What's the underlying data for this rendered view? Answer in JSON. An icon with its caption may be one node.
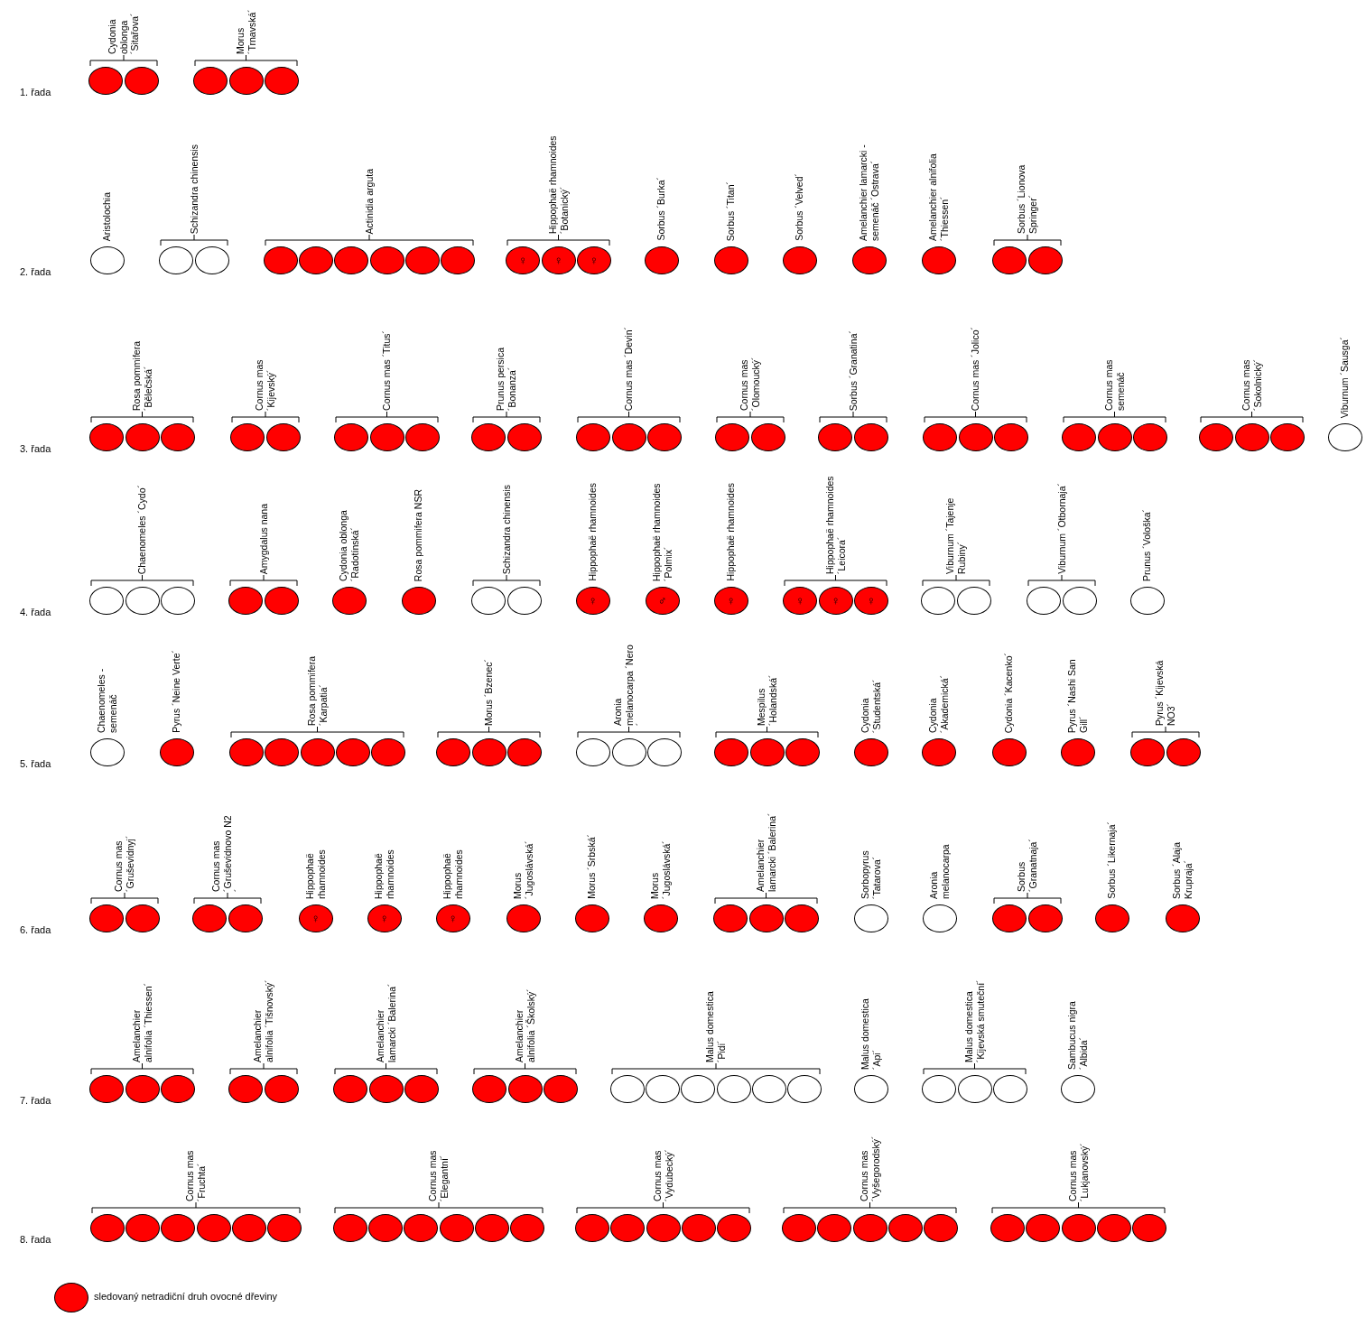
{
  "diagram": {
    "nodes": [
      {
        "text": [
          "Cydonia oblonga ´Sitařova´"
        ]
      },
      {
        "text": [],
        "shape": "disc",
        "in": 0
      },
      {
        "text": [],
        "shape": "disc",
        "in": 0
      },
      {
        "text": [
          "Morus ´Trnavská´"
        ]
      },
      {
        "text": [],
        "shape": "disc",
        "in": 3
      },
      {
        "text": [],
        "shape": "disc",
        "in": 3
      },
      {
        "text": [],
        "shape": "disc",
        "in": 3
      },
      {
        "text": [
          "Aristolochia"
        ]
      },
      {
        "text": [],
        "shape": "circle",
        "in": 7
      },
      {
        "text": [
          "Schizandra chinensis"
        ]
      },
      {
        "text": [],
        "shape": "circle",
        "in": 9
      },
      {
        "text": [],
        "shape": "circle",
        "in": 9
      },
      {
        "text": [
          "Actinidia arguta"
        ]
      },
      {
        "text": [],
        "shape": "disc",
        "in": 12
      },
      {
        "text": [],
        "shape": "disc",
        "in": 12
      },
      {
        "text": [],
        "shape": "disc",
        "in": 12
      },
      {
        "text": [],
        "shape": "disc",
        "in": 12
      },
      {
        "text": [],
        "shape": "disc",
        "in": 12
      },
      {
        "text": [],
        "shape": "disc",
        "in": 12
      },
      {
        "text": [
          "Hippophaë rhamnoides ´Botanický´"
        ]
      },
      {
        "text": [
          "♀"
        ],
        "in": 19
      },
      {
        "text": [
          "♀"
        ],
        "in": 19
      },
      {
        "text": [
          "♀"
        ],
        "in": 19
      },
      {
        "text": [
          "Sorbus ´Burka´"
        ]
      },
      {
        "text": [],
        "shape": "disc",
        "in": 23
      },
      {
        "text": [
          "Sorbus ´Titan´"
        ]
      },
      {
        "text": [],
        "shape": "disc",
        "in": 25
      },
      {
        "text": [
          "Sorbus ´Velved´"
        ]
      },
      {
        "text": [],
        "shape": "disc",
        "in": 27
      },
      {
        "text": [
          "Amelanchier lamarcki - semenáč ´Ostrava´"
        ]
      },
      {
        "text": [],
        "shape": "disc",
        "in": 29
      },
      {
        "text": [
          "Amelanchier alnifolia ´Thiessen´"
        ]
      },
      {
        "text": [],
        "shape": "disc",
        "in": 31
      },
      {
        "text": [
          "Sorbus ´Lionova Springer´"
        ]
      },
      {
        "text": [],
        "shape": "disc",
        "in": 33
      },
      {
        "text": [],
        "shape": "disc",
        "in": 33
      },
      {
        "text": [
          "Rosa pommifera ´Bělečská´"
        ]
      },
      {
        "text": [],
        "shape": "disc",
        "in": 36
      },
      {
        "text": [],
        "shape": "disc",
        "in": 36
      },
      {
        "text": [],
        "shape": "disc",
        "in": 36
      },
      {
        "text": [
          "Cornus mas ´Kijevský´"
        ]
      },
      {
        "text": [],
        "shape": "disc",
        "in": 40
      },
      {
        "text": [],
        "shape": "disc",
        "in": 40
      },
      {
        "text": [
          "Cornus mas ´Titus´"
        ]
      },
      {
        "text": [],
        "shape": "disc",
        "in": 43
      },
      {
        "text": [],
        "shape": "disc",
        "in": 43
      },
      {
        "text": [],
        "shape": "disc",
        "in": 43
      },
      {
        "text": [
          "Prunus persica ´Bonanza´"
        ]
      },
      {
        "text": [],
        "shape": "disc",
        "in": 47
      },
      {
        "text": [],
        "shape": "disc",
        "in": 47
      },
      {
        "text": [
          "Cornus mas ´Devin´"
        ]
      },
      {
        "text": [],
        "shape": "disc",
        "in": 50
      },
      {
        "text": [],
        "shape": "disc",
        "in": 50
      },
      {
        "text": [],
        "shape": "disc",
        "in": 50
      },
      {
        "text": [
          "Cornus mas ´Olomoucký´"
        ]
      },
      {
        "text": [],
        "shape": "disc",
        "in": 54
      },
      {
        "text": [],
        "shape": "disc",
        "in": 54
      },
      {
        "text": [
          "Sorbus ´Granatina´"
        ]
      },
      {
        "text": [],
        "shape": "disc",
        "in": 57
      },
      {
        "text": [],
        "shape": "disc",
        "in": 57
      },
      {
        "text": [
          "Cornus mas ´Jolico´"
        ]
      },
      {
        "text": [],
        "shape": "disc",
        "in": 60
      },
      {
        "text": [],
        "shape": "disc",
        "in": 60
      },
      {
        "text": [],
        "shape": "disc",
        "in": 60
      },
      {
        "text": [
          "Cornus mas semenáč"
        ]
      },
      {
        "text": [],
        "shape": "disc",
        "in": 64
      },
      {
        "text": [],
        "shape": "disc",
        "in": 64
      },
      {
        "text": [],
        "shape": "disc",
        "in": 64
      },
      {
        "text": [
          "Cornus mas ´Sokolnický´"
        ]
      },
      {
        "text": [],
        "shape": "disc",
        "in": 68
      },
      {
        "text": [],
        "shape": "disc",
        "in": 68
      },
      {
        "text": [],
        "shape": "disc",
        "in": 68
      },
      {
        "text": [
          "Viburnum ´Sausga´"
        ]
      },
      {
        "text": [],
        "shape": "circle",
        "in": 72
      },
      {
        "text": [
          "Chaenomeles ´Cydo´"
        ]
      },
      {
        "text": [],
        "shape": "circle",
        "in": 74
      },
      {
        "text": [],
        "shape": "circle",
        "in": 74
      },
      {
        "text": [],
        "shape": "circle",
        "in": 74
      },
      {
        "text": [
          "Amygdalus nana"
        ]
      },
      {
        "text": [],
        "shape": "disc",
        "in": 78
      },
      {
        "text": [],
        "shape": "disc",
        "in": 78
      },
      {
        "text": [
          "Cydonia oblonga ´Radotínská´"
        ]
      },
      {
        "text": [],
        "shape": "disc",
        "in": 81
      },
      {
        "text": [
          "Rosa pommifera NSR"
        ]
      },
      {
        "text": [],
        "shape": "disc",
        "in": 83
      },
      {
        "text": [
          "Schizandra chinensis"
        ]
      },
      {
        "text": [],
        "shape": "circle",
        "in": 85
      },
      {
        "text": [],
        "shape": "circle",
        "in": 85
      },
      {
        "text": [
          "Hippophaë rhamnoides"
        ]
      },
      {
        "text": [
          "♀"
        ],
        "in": 88
      },
      {
        "text": [
          "Hippophaë rhamnoides ´Polmix´"
        ]
      },
      {
        "text": [
          "♂"
        ],
        "in": 90
      },
      {
        "text": [
          "Hippophaë rhamnoides"
        ]
      },
      {
        "text": [
          "♀"
        ],
        "in": 92
      },
      {
        "text": [
          "Hippophaë rhamnoides ´Leicora´"
        ]
      },
      {
        "text": [
          "♀"
        ],
        "in": 94
      },
      {
        "text": [
          "♀"
        ],
        "in": 94
      },
      {
        "text": [
          "♀"
        ],
        "in": 94
      },
      {
        "text": [
          "Viburnum ´Tajenje Rubiny´"
        ]
      },
      {
        "text": [],
        "shape": "circle",
        "in": 98
      },
      {
        "text": [],
        "shape": "circle",
        "in": 98
      },
      {
        "text": [
          "Viburnum ´Otbornaja´"
        ]
      },
      {
        "text": [],
        "shape": "circle",
        "in": 101
      },
      {
        "text": [],
        "shape": "circle",
        "in": 101
      },
      {
        "text": [
          "Prunus ´Vološka´"
        ]
      },
      {
        "text": [],
        "shape": "circle",
        "in": 104
      },
      {
        "text": [
          "Chaenomeles - semenáč"
        ]
      },
      {
        "text": [],
        "shape": "circle",
        "in": 106
      },
      {
        "text": [
          "Pyrus ´Neine Verte´"
        ]
      },
      {
        "text": [],
        "shape": "disc",
        "in": 108
      },
      {
        "text": [
          "Rosa pommifera ´Karpatia´"
        ]
      },
      {
        "text": [],
        "shape": "disc",
        "in": 110
      },
      {
        "text": [],
        "shape": "disc",
        "in": 110
      },
      {
        "text": [],
        "shape": "disc",
        "in": 110
      },
      {
        "text": [],
        "shape": "disc",
        "in": 110
      },
      {
        "text": [],
        "shape": "disc",
        "in": 110
      },
      {
        "text": [
          "Morus ´Bzenec´"
        ]
      },
      {
        "text": [],
        "shape": "disc",
        "in": 116
      },
      {
        "text": [],
        "shape": "disc",
        "in": 116
      },
      {
        "text": [],
        "shape": "disc",
        "in": 116
      },
      {
        "text": [
          "Aronia melanocarpa ´Nero´"
        ]
      },
      {
        "text": [],
        "shape": "circle",
        "in": 120
      },
      {
        "text": [],
        "shape": "circle",
        "in": 120
      },
      {
        "text": [],
        "shape": "circle",
        "in": 120
      },
      {
        "text": [
          "Mespilus ´Holandská´"
        ]
      },
      {
        "text": [],
        "shape": "disc",
        "in": 124
      },
      {
        "text": [],
        "shape": "disc",
        "in": 124
      },
      {
        "text": [],
        "shape": "disc",
        "in": 124
      },
      {
        "text": [
          "Cydonia ´Studentská´"
        ]
      },
      {
        "text": [],
        "shape": "disc",
        "in": 128
      },
      {
        "text": [
          "Cydonia ´Akademická´"
        ]
      },
      {
        "text": [],
        "shape": "disc",
        "in": 130
      },
      {
        "text": [
          "Cydonia ´Kacenko´"
        ]
      },
      {
        "text": [],
        "shape": "disc",
        "in": 132
      },
      {
        "text": [
          "Pyrus ´Nashi San Gill´"
        ]
      },
      {
        "text": [],
        "shape": "disc",
        "in": 134
      },
      {
        "text": [
          "Pyrus ´Kijevská NO3´"
        ]
      },
      {
        "text": [],
        "shape": "disc",
        "in": 136
      },
      {
        "text": [],
        "shape": "disc",
        "in": 136
      },
      {
        "text": [
          "Cornus mas ´Gruševidnyj´"
        ]
      },
      {
        "text": [],
        "shape": "disc",
        "in": 139
      },
      {
        "text": [],
        "shape": "disc",
        "in": 139
      },
      {
        "text": [
          "Cornus mas ´Gruševidnovo N2´"
        ]
      },
      {
        "text": [],
        "shape": "disc",
        "in": 142
      },
      {
        "text": [],
        "shape": "disc",
        "in": 142
      },
      {
        "text": [
          "Hippophaë rhamnoides"
        ]
      },
      {
        "text": [
          "♀"
        ],
        "in": 145
      },
      {
        "text": [
          "Hippophaë rhamnoides"
        ]
      },
      {
        "text": [
          "♀"
        ],
        "in": 147
      },
      {
        "text": [
          "Hippophaë rhamnoides"
        ]
      },
      {
        "text": [
          "♀"
        ],
        "in": 149
      },
      {
        "text": [
          "Morus ´Jugoslávská´"
        ]
      },
      {
        "text": [],
        "shape": "disc",
        "in": 151
      },
      {
        "text": [
          "Morus ´Srbská´"
        ]
      },
      {
        "text": [],
        "shape": "disc",
        "in": 153
      },
      {
        "text": [
          "Morus ´Jugoslávská´"
        ]
      },
      {
        "text": [],
        "shape": "disc",
        "in": 155
      },
      {
        "text": [
          "Amelanchier lamarcki ´Balerina´"
        ]
      },
      {
        "text": [],
        "shape": "disc",
        "in": 157
      },
      {
        "text": [],
        "shape": "disc",
        "in": 157
      },
      {
        "text": [],
        "shape": "disc",
        "in": 157
      },
      {
        "text": [
          "Sorbopyrus ´Tatarova´"
        ]
      },
      {
        "text": [],
        "shape": "circle",
        "in": 161
      },
      {
        "text": [
          "Aronia melanocarpa"
        ]
      },
      {
        "text": [],
        "shape": "circle",
        "in": 163
      },
      {
        "text": [
          "Sorbus ´Granatnaja´"
        ]
      },
      {
        "text": [],
        "shape": "disc",
        "in": 165
      },
      {
        "text": [],
        "shape": "disc",
        "in": 165
      },
      {
        "text": [
          "Sorbus ´Likernaja´"
        ]
      },
      {
        "text": [],
        "shape": "disc",
        "in": 168
      },
      {
        "text": [
          "Sorbus ´Alaja Krupraja´"
        ]
      },
      {
        "text": [],
        "shape": "disc",
        "in": 170
      },
      {
        "text": [
          "Amelanchier alnifolia ´Thiessen´"
        ]
      },
      {
        "text": [],
        "shape": "disc",
        "in": 172
      },
      {
        "text": [],
        "shape": "disc",
        "in": 172
      },
      {
        "text": [],
        "shape": "disc",
        "in": 172
      },
      {
        "text": [
          "Amelanchier alnifolia ´Tišnovský´"
        ]
      },
      {
        "text": [],
        "shape": "disc",
        "in": 176
      },
      {
        "text": [],
        "shape": "disc",
        "in": 176
      },
      {
        "text": [
          "Amelanchier lamarcki ´Balerina´"
        ]
      },
      {
        "text": [],
        "shape": "disc",
        "in": 179
      },
      {
        "text": [],
        "shape": "disc",
        "in": 179
      },
      {
        "text": [],
        "shape": "disc",
        "in": 179
      },
      {
        "text": [
          "Amelanchier alnifolia ´Školský´"
        ]
      },
      {
        "text": [],
        "shape": "disc",
        "in": 183
      },
      {
        "text": [],
        "shape": "disc",
        "in": 183
      },
      {
        "text": [],
        "shape": "disc",
        "in": 183
      },
      {
        "text": [
          "Malus domestica ´Pidi´"
        ]
      },
      {
        "text": [],
        "shape": "circle",
        "in": 187
      },
      {
        "text": [],
        "shape": "circle",
        "in": 187
      },
      {
        "text": [],
        "shape": "circle",
        "in": 187
      },
      {
        "text": [],
        "shape": "circle",
        "in": 187
      },
      {
        "text": [],
        "shape": "circle",
        "in": 187
      },
      {
        "text": [],
        "shape": "circle",
        "in": 187
      },
      {
        "text": [
          "Malus domestica ´Api´"
        ]
      },
      {
        "text": [],
        "shape": "circle",
        "in": 194
      },
      {
        "text": [
          "Malus domestica ´Kijevská smuteční´"
        ]
      },
      {
        "text": [],
        "shape": "circle",
        "in": 196
      },
      {
        "text": [],
        "shape": "circle",
        "in": 196
      },
      {
        "text": [],
        "shape": "circle",
        "in": 196
      },
      {
        "text": [
          "Sambucus nigra ´Albida´"
        ]
      },
      {
        "text": [],
        "shape": "circle",
        "in": 200
      },
      {
        "text": [
          "Cornus mas ´Fruchta´"
        ]
      },
      {
        "text": [],
        "shape": "disc",
        "in": 202
      },
      {
        "text": [],
        "shape": "disc",
        "in": 202
      },
      {
        "text": [],
        "shape": "disc",
        "in": 202
      },
      {
        "text": [],
        "shape": "disc",
        "in": 202
      },
      {
        "text": [],
        "shape": "disc",
        "in": 202
      },
      {
        "text": [],
        "shape": "disc",
        "in": 202
      },
      {
        "text": [
          "Cornus mas ´Elegantní´"
        ]
      },
      {
        "text": [],
        "shape": "disc",
        "in": 209
      },
      {
        "text": [],
        "shape": "disc",
        "in": 209
      },
      {
        "text": [],
        "shape": "disc",
        "in": 209
      },
      {
        "text": [],
        "shape": "disc",
        "in": 209
      },
      {
        "text": [],
        "shape": "disc",
        "in": 209
      },
      {
        "text": [],
        "shape": "disc",
        "in": 209
      },
      {
        "text": [
          "Cornus mas ´Vydubecký´"
        ]
      },
      {
        "text": [],
        "shape": "disc",
        "in": 216
      },
      {
        "text": [],
        "shape": "disc",
        "in": 216
      },
      {
        "text": [],
        "shape": "disc",
        "in": 216
      },
      {
        "text": [],
        "shape": "disc",
        "in": 216
      },
      {
        "text": [],
        "shape": "disc",
        "in": 216
      },
      {
        "text": [
          "Cornus mas ´Vyšegorodský´"
        ]
      },
      {
        "text": [],
        "shape": "disc",
        "in": 222
      },
      {
        "text": [],
        "shape": "disc",
        "in": 222
      },
      {
        "text": [],
        "shape": "disc",
        "in": 222
      },
      {
        "text": [],
        "shape": "disc",
        "in": 222
      },
      {
        "text": [],
        "shape": "disc",
        "in": 222
      },
      {
        "text": [
          "Cornus mas ´Lukjanovský´"
        ]
      },
      {
        "text": [],
        "shape": "disc",
        "in": 228
      },
      {
        "text": [],
        "shape": "disc",
        "in": 228
      },
      {
        "text": [],
        "shape": "disc",
        "in": 228
      },
      {
        "text": [],
        "shape": "disc",
        "in": 228
      },
      {
        "text": [],
        "shape": "disc",
        "in": 228
      }
    ],
    "labels": [
      "1. řada",
      "2. řada",
      "3. řada",
      "4. řada",
      "5. řada",
      "6. řada",
      "7. řada",
      "8. řada"
    ],
    "legend": [
      {
        "text": "sledovaný netradiční druh ovocné dřeviny",
        "color": "#ff0000"
      }
    ]
  }
}
